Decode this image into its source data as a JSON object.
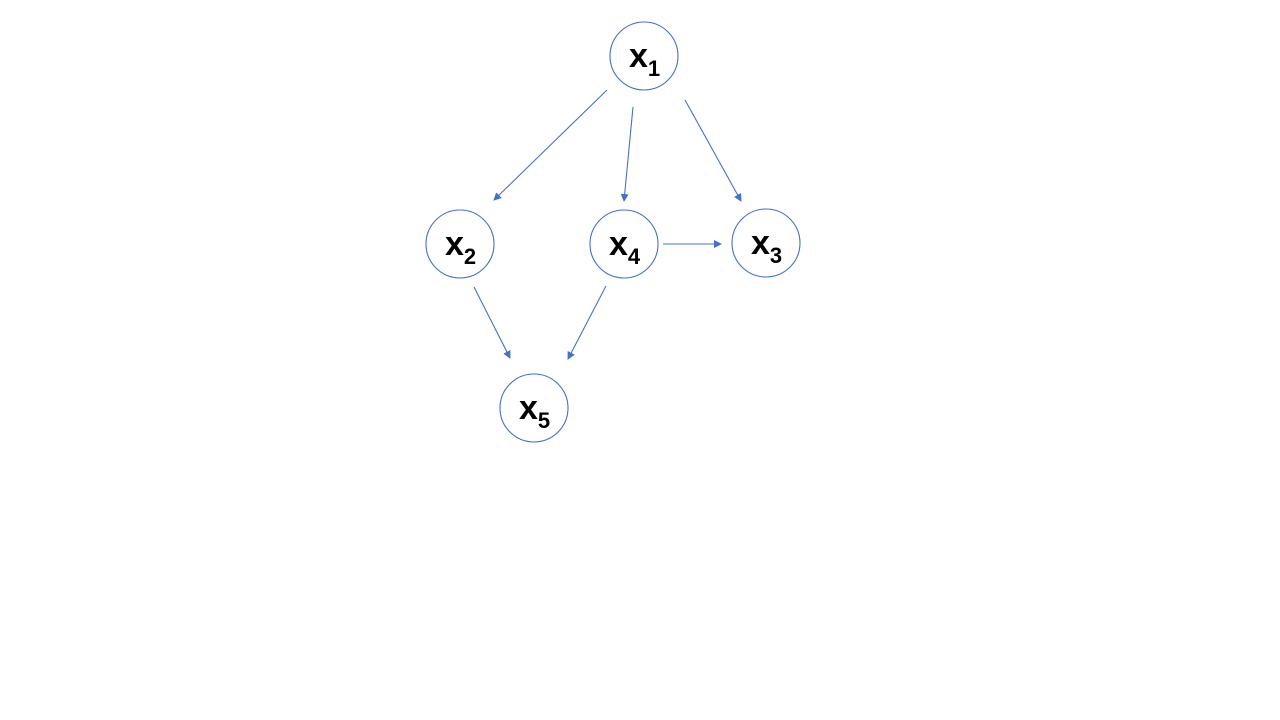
{
  "diagram": {
    "nodes": [
      {
        "id": "x1",
        "base": "x",
        "sub": "1"
      },
      {
        "id": "x2",
        "base": "x",
        "sub": "2"
      },
      {
        "id": "x3",
        "base": "x",
        "sub": "3"
      },
      {
        "id": "x4",
        "base": "x",
        "sub": "4"
      },
      {
        "id": "x5",
        "base": "x",
        "sub": "5"
      }
    ],
    "edges": [
      {
        "from": "x1",
        "to": "x2"
      },
      {
        "from": "x1",
        "to": "x4"
      },
      {
        "from": "x1",
        "to": "x3"
      },
      {
        "from": "x4",
        "to": "x3"
      },
      {
        "from": "x2",
        "to": "x5"
      },
      {
        "from": "x4",
        "to": "x5"
      }
    ],
    "colors": {
      "stroke": "#4472C4",
      "label": "#000000",
      "background": "#FFFFFF"
    }
  }
}
